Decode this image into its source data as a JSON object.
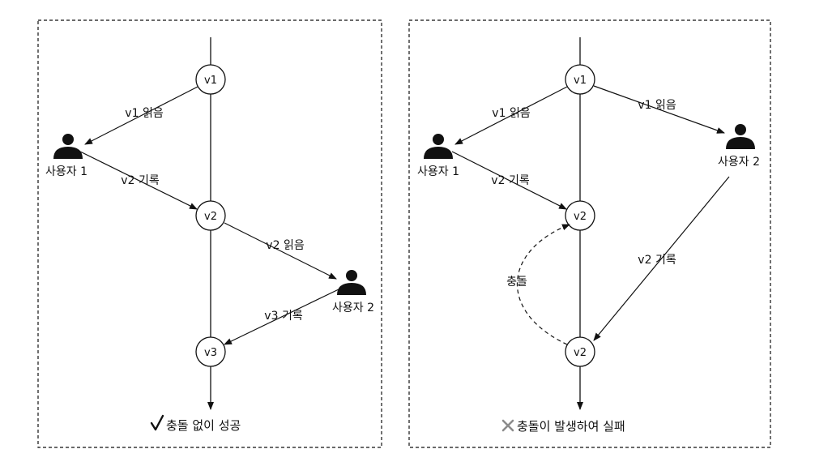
{
  "left_panel": {
    "nodes": {
      "n1": "v1",
      "n2": "v2",
      "n3": "v3"
    },
    "user1": {
      "label": "사용자 1"
    },
    "user2": {
      "label": "사용자 2"
    },
    "edges": {
      "read_v1": "v1 읽음",
      "write_v2": "v2 기록",
      "read_v2": "v2 읽음",
      "write_v3": "v3 기록"
    },
    "caption": {
      "icon": "check-icon",
      "text": "충돌 없이 성공"
    }
  },
  "right_panel": {
    "nodes": {
      "n1": "v1",
      "n2": "v2",
      "n3": "v2"
    },
    "user1": {
      "label": "사용자 1"
    },
    "user2": {
      "label": "사용자 2"
    },
    "edges": {
      "read_v1_user1": "v1 읽음",
      "read_v1_user2": "v1 읽음",
      "write_v2_user1": "v2 기록",
      "write_v2_user2": "v2 기록",
      "conflict": "충돌"
    },
    "caption": {
      "icon": "cross-icon",
      "text": "충돌이 발생하여 실패"
    }
  },
  "colors": {
    "stroke": "#111111",
    "cross": "#8c8c8c",
    "background": "#ffffff"
  }
}
